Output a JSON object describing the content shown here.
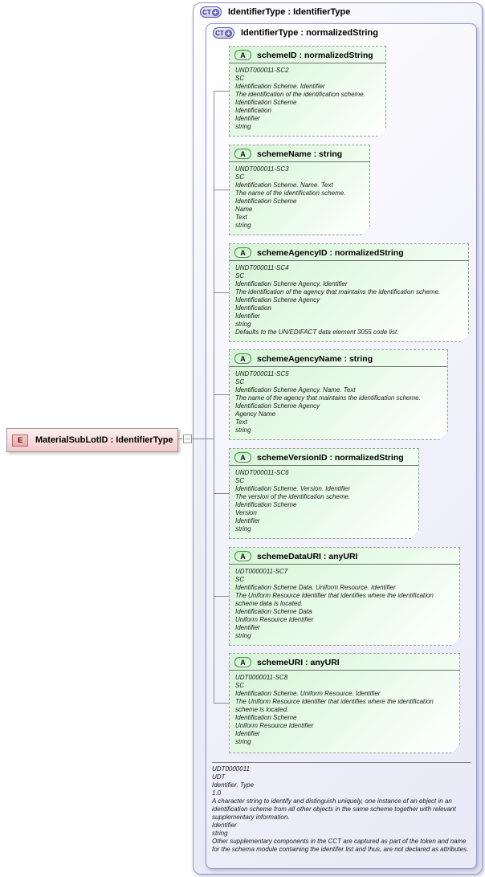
{
  "colors": {
    "outer_fill": "#e9e9f7",
    "inner_fill": "#f2f2fb",
    "attribute_fill_green": "#d7f4d7",
    "element_fill_pink": "#f3c9c9",
    "ct_icon_navy": "#50509e",
    "a_icon_green_border": "#4c8a4c",
    "connector_gray": "#8c8c8c"
  },
  "element_node": {
    "icon": "E",
    "label": "MaterialSubLotID : IdentifierType",
    "collapse_glyph": "–"
  },
  "outer_type": {
    "icon": "CT",
    "icon_plus": "+",
    "label": "IdentifierType : IdentifierType"
  },
  "inner_type": {
    "icon": "CT",
    "icon_plus": "+",
    "label": "IdentifierType : normalizedString"
  },
  "attributes": [
    {
      "icon": "A",
      "header": "schemeID : normalizedString",
      "lines": [
        "UNDT000011-SC2",
        "SC",
        "Identification Scheme. Identifier",
        "The identification of the identification scheme.",
        "Identification Scheme",
        "Identification",
        "Identifier",
        "string"
      ]
    },
    {
      "icon": "A",
      "header": "schemeName : string",
      "lines": [
        "UNDT000011-SC3",
        "SC",
        "Identification Scheme. Name. Text",
        "The name of the identification scheme.",
        "Identification Scheme",
        "Name",
        "Text",
        "string"
      ]
    },
    {
      "icon": "A",
      "header": "schemeAgencyID : normalizedString",
      "lines": [
        "UNDT000011-SC4",
        "SC",
        "Identification Scheme Agency. Identifier",
        "The identification of the agency that maintains the identification scheme.",
        "Identification Scheme Agency",
        "Identification",
        "Identifier",
        "string",
        "Defaults to the UN/EDIFACT data element 3055 code list."
      ]
    },
    {
      "icon": "A",
      "header": "schemeAgencyName : string",
      "lines": [
        "UNDT000011-SC5",
        "SC",
        "Identification Scheme Agency. Name. Text",
        "The name of the agency that maintains the identification scheme.",
        "Identification Scheme Agency",
        "Agency Name",
        "Text",
        "string"
      ]
    },
    {
      "icon": "A",
      "header": "schemeVersionID : normalizedString",
      "lines": [
        "UNDT000011-SC6",
        "SC",
        "Identification Scheme. Version. Identifier",
        "The version of the identification scheme.",
        "Identification Scheme",
        "Version",
        "Identifier",
        "string"
      ]
    },
    {
      "icon": "A",
      "header": "schemeDataURI : anyURI",
      "lines": [
        "UDT0000011-SC7",
        "SC",
        "Identification Scheme Data. Uniform Resource. Identifier",
        "The Uniform Resource Identifier that identifies where the identification scheme data is located.",
        "Identification Scheme Data",
        "Uniform Resource Identifier",
        "Identifier",
        "string"
      ]
    },
    {
      "icon": "A",
      "header": "schemeURI : anyURI",
      "lines": [
        "UDT0000011-SC8",
        "SC",
        "Identification Scheme. Uniform Resource. Identifier",
        "The Uniform Resource Identifier that identifies where the identification scheme is located.",
        "Identification Scheme",
        "Uniform Resource Identifier",
        "Identifier",
        "string"
      ]
    }
  ],
  "footer": {
    "lines": [
      "UDT0000011",
      "UDT",
      "Identifier. Type",
      "1.0",
      "A character string to identify and distinguish uniquely, one instance of an object in an identification scheme from all other objects in the same scheme together with relevant supplementary information.",
      "Identifier",
      "string",
      "Other supplementary components in the CCT are captured as part of the token and name for the schema module containing the identifer list and thus, are not declared as attributes."
    ]
  }
}
